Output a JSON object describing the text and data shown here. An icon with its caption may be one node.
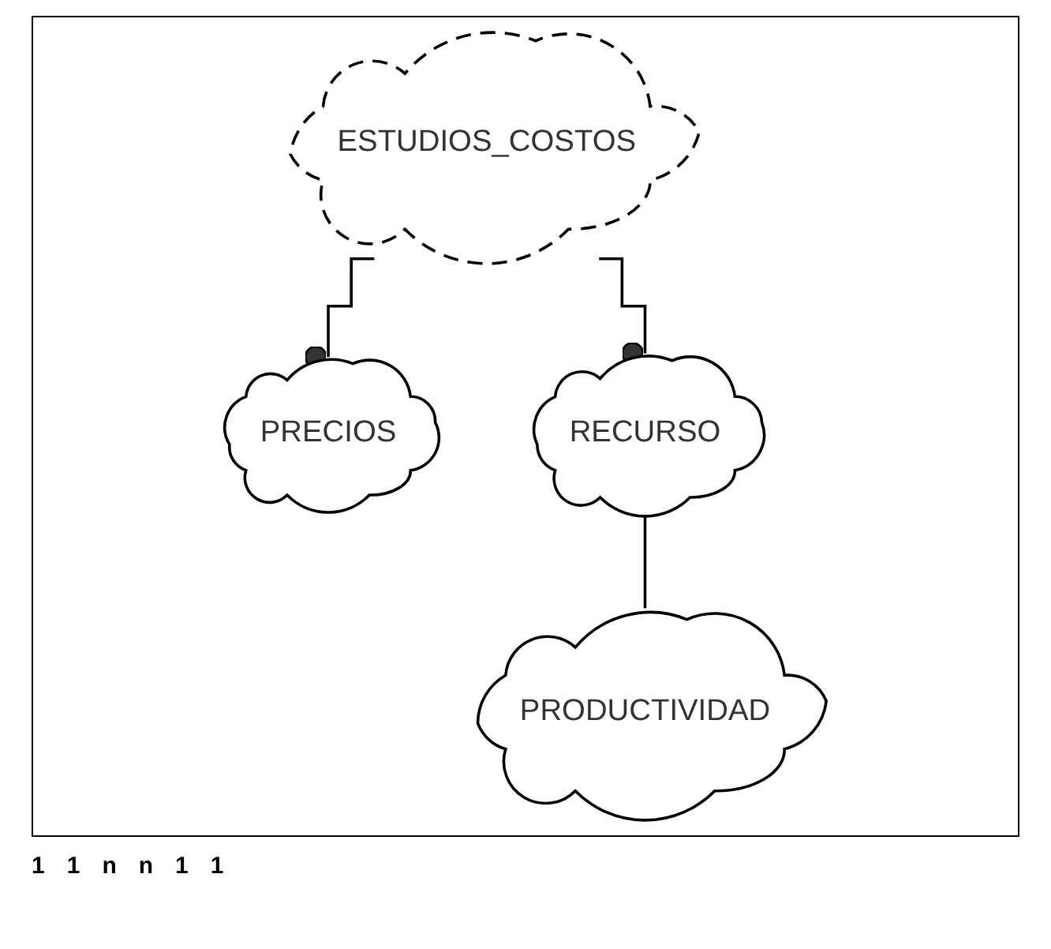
{
  "diagram": {
    "nodes": [
      {
        "text": [
          "ESTUDIOS_COSTOS"
        ]
      },
      {
        "text": [
          "PRECIOS"
        ]
      },
      {
        "text": [
          "RECURSO"
        ]
      },
      {
        "text": [
          "PRODUCTIVIDAD"
        ]
      }
    ],
    "edges": [
      {
        "from": 0,
        "to": 1,
        "arrow": "other"
      },
      {
        "from": 0,
        "to": 2,
        "arrow": "other"
      },
      {
        "from": 2,
        "to": 3,
        "arrow": "none"
      }
    ],
    "labels": [
      "1",
      "1",
      "n",
      "n",
      "1",
      "1"
    ]
  }
}
